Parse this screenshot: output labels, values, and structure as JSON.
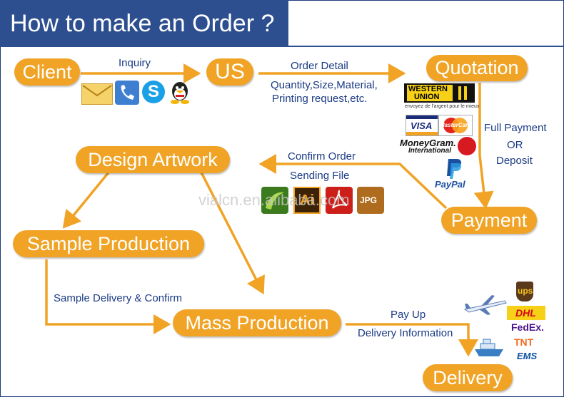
{
  "title": "How to make an Order ?",
  "nodes": {
    "client": "Client",
    "us": "US",
    "quotation": "Quotation",
    "design_artwork": "Design Artwork",
    "payment": "Payment",
    "sample_production": "Sample Production",
    "mass_production": "Mass Production",
    "delivery": "Delivery"
  },
  "labels": {
    "inquiry": "Inquiry",
    "order_detail": "Order Detail",
    "quantity_line1": "Quantity,Size,Material,",
    "quantity_line2": "Printing request,etc.",
    "full_payment": "Full Payment",
    "or": "OR",
    "deposit": "Deposit",
    "confirm_order": "Confirm Order",
    "sending_file": "Sending File",
    "sample_delivery": "Sample Delivery & Confirm",
    "pay_up": "Pay Up",
    "delivery_information": "Delivery Information"
  },
  "logos": {
    "western_union_line1": "WESTERN",
    "western_union_line2": "UNION",
    "western_union_tagline": "envoyez de l'argent pour le mieux",
    "visa": "VISA",
    "mastercard": "MasterCard",
    "moneygram_line1": "MoneyGram.",
    "moneygram_line2": "International",
    "paypal": "PayPal",
    "ups": "ups",
    "dhl": "DHL",
    "fedex": "FedEx.",
    "tnt": "TNT",
    "ems": "EMS",
    "jpg": "JPG"
  },
  "watermark": "vialcn.en.alibaba.com",
  "colors": {
    "accent_orange": "#f0a325",
    "title_bar": "#2d4f8f",
    "label_blue": "#1a3a84"
  },
  "icons": [
    "email-icon",
    "phone-icon",
    "skype-icon",
    "qq-icon",
    "coreldraw-icon",
    "illustrator-icon",
    "pdf-icon",
    "jpg-icon",
    "airplane-icon",
    "ship-icon"
  ]
}
